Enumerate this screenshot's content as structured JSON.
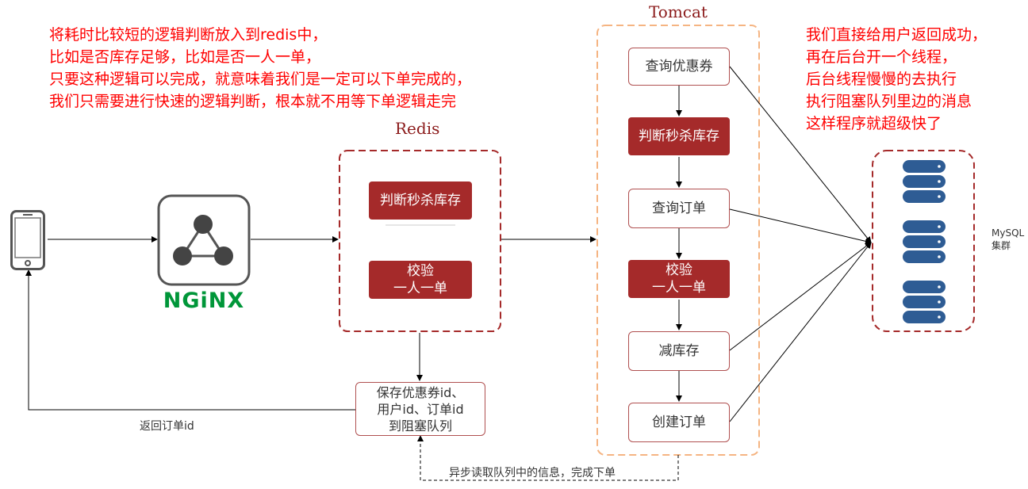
{
  "notes": {
    "left_lines": [
      "将耗时比较短的逻辑判断放入到redis中，",
      "比如是否库存足够，比如是否一人一单，",
      "只要这种逻辑可以完成，就意味着我们是一定可以下单完成的，",
      "我们只需要进行快速的逻辑判断，根本就不用等下单逻辑走完"
    ],
    "right_lines": [
      "我们直接给用户返回成功，",
      "再在后台开一个线程，",
      "后台线程慢慢的去执行",
      "执行阻塞队列里边的消息",
      "这样程序就超级快了"
    ]
  },
  "nginx": {
    "logo_text": "NGiNX"
  },
  "redis": {
    "title": "Redis",
    "box1": "判断秒杀库存",
    "box2_line1": "校验",
    "box2_line2": "一人一单"
  },
  "tomcat": {
    "title": "Tomcat",
    "step1": "查询优惠券",
    "step2": "判断秒杀库存",
    "step3": "查询订单",
    "step4_line1": "校验",
    "step4_line2": "一人一单",
    "step5": "减库存",
    "step6": "创建订单"
  },
  "queue": {
    "line1": "保存优惠券id、",
    "line2": "用户id、订单id",
    "line3": "到阻塞队列"
  },
  "labels": {
    "return_order": "返回订单id",
    "async_read": "异步读取队列中的信息，完成下单",
    "mysql_line1": "MySQL",
    "mysql_line2": "集群"
  },
  "colors": {
    "accent_red": "#a52a2a",
    "note_red": "#ff0000",
    "tomcat_border": "#f5b482",
    "nginx_green": "#009639",
    "db_blue": "#2e5c94"
  }
}
